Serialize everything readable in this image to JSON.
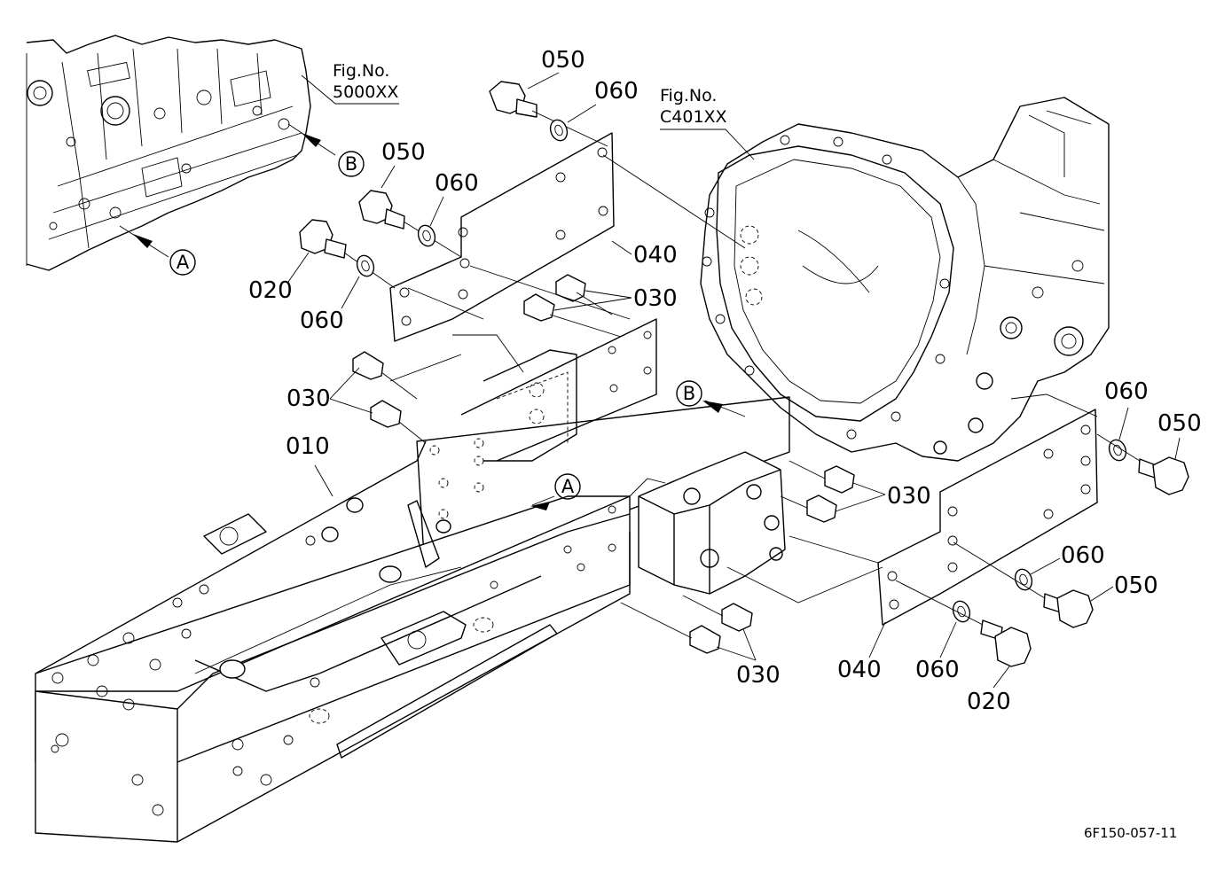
{
  "callouts": {
    "c050_top": "050",
    "c060_top": "060",
    "c050_mid": "050",
    "c060_mid": "060",
    "c020_left": "020",
    "c060_left": "060",
    "c040_left": "040",
    "c030_upper": "030",
    "c030_left": "030",
    "c010": "010",
    "c030_right": "030",
    "c030_bottom": "030",
    "c060_r1": "060",
    "c050_r1": "050",
    "c060_r2": "060",
    "c050_r2": "050",
    "c040_right": "040",
    "c060_r3": "060",
    "c020_right": "020"
  },
  "references": {
    "engine": {
      "line1": "Fig.No.",
      "line2": "5000XX"
    },
    "transmission": {
      "line1": "Fig.No.",
      "line2": "C401XX"
    }
  },
  "markers": {
    "a_engine": "A",
    "b_engine": "B",
    "a_frame": "A",
    "b_frame": "B"
  },
  "figure_code": "6F150-057-11",
  "icons": {
    "arrow": "arrow-icon",
    "circle_marker": "circled-letter"
  }
}
